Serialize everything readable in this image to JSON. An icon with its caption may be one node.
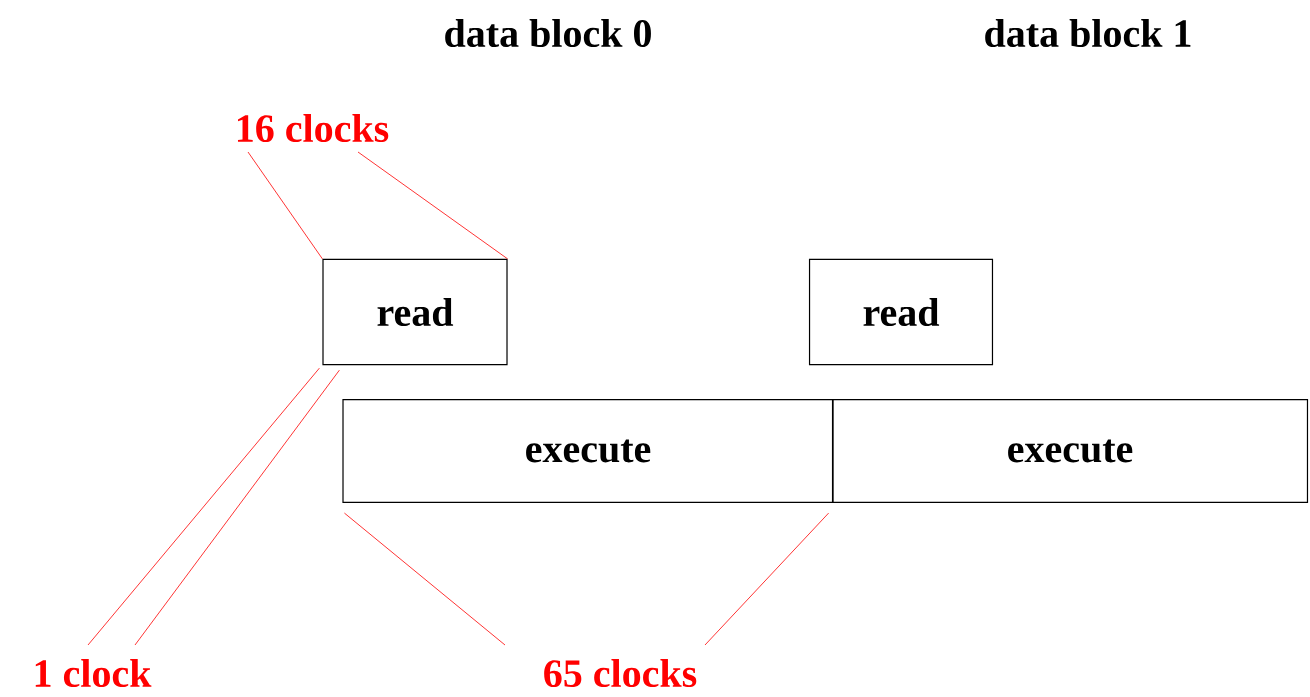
{
  "diagram": {
    "nodes": [
      {
        "text": [
          "data block 0"
        ]
      },
      {
        "text": [
          "data block 1"
        ]
      },
      {
        "text": [
          "16 clocks"
        ]
      },
      {
        "text": [
          "read"
        ]
      },
      {
        "text": [
          "read"
        ]
      },
      {
        "text": [
          "execute"
        ]
      },
      {
        "text": [
          "execute"
        ]
      },
      {
        "text": [
          "1 clock"
        ]
      },
      {
        "text": [
          "65 clocks"
        ]
      }
    ],
    "edges": [
      {
        "from": 2,
        "to": 3,
        "arrow": "none"
      },
      {
        "from": 2,
        "to": 3,
        "arrow": "none"
      },
      {
        "from": 7,
        "to": 3,
        "arrow": "none"
      },
      {
        "from": 7,
        "to": 3,
        "arrow": "none"
      },
      {
        "from": 8,
        "to": 5,
        "arrow": "none"
      },
      {
        "from": 8,
        "to": 5,
        "arrow": "none"
      }
    ]
  }
}
